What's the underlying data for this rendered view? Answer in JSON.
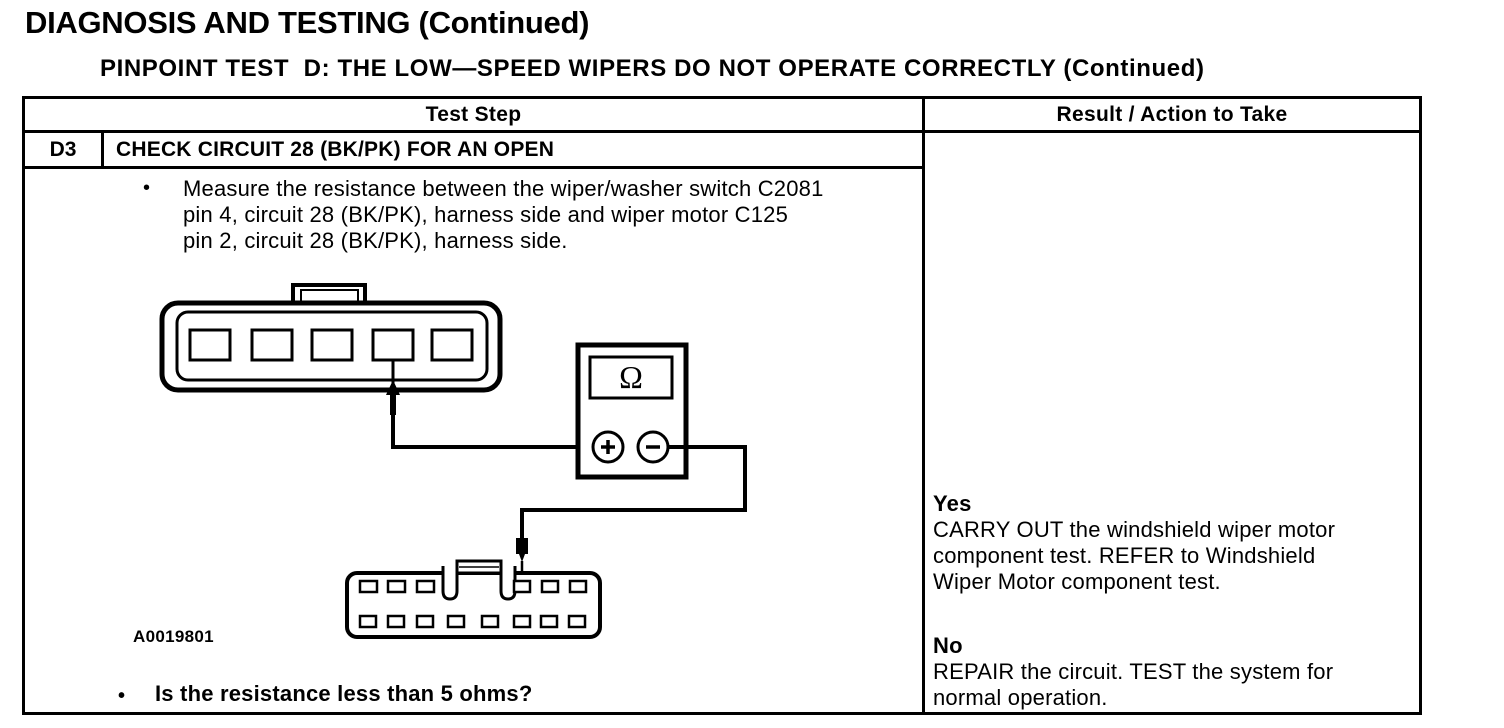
{
  "page": {
    "title": "DIAGNOSIS AND TESTING (Continued)",
    "subtitle": "PINPOINT TEST  D: THE LOW—SPEED WIPERS DO NOT OPERATE CORRECTLY (Continued)",
    "bullet": "•"
  },
  "table": {
    "header": {
      "test_step": "Test Step",
      "result_action": "Result / Action to Take"
    },
    "step": {
      "id": "D3",
      "title": "CHECK CIRCUIT 28 (BK/PK) FOR AN OPEN",
      "instruction_lines": [
        "Measure the resistance between the wiper/washer switch C2081",
        "pin 4, circuit 28 (BK/PK), harness side and wiper motor C125",
        "pin 2, circuit 28 (BK/PK), harness side."
      ],
      "figure_id": "A0019801",
      "question": "Is the resistance less than 5 ohms?",
      "result_yes": {
        "label": "Yes",
        "lines": [
          "CARRY OUT the windshield wiper motor",
          "component test. REFER to Windshield",
          "Wiper Motor component test."
        ]
      },
      "result_no": {
        "label": "No",
        "lines": [
          "REPAIR the circuit. TEST the system for",
          "normal operation."
        ]
      }
    }
  },
  "diagram": {
    "ohm_symbol": "Ω"
  },
  "colors": {
    "ink": "#000000",
    "paper": "#ffffff"
  }
}
